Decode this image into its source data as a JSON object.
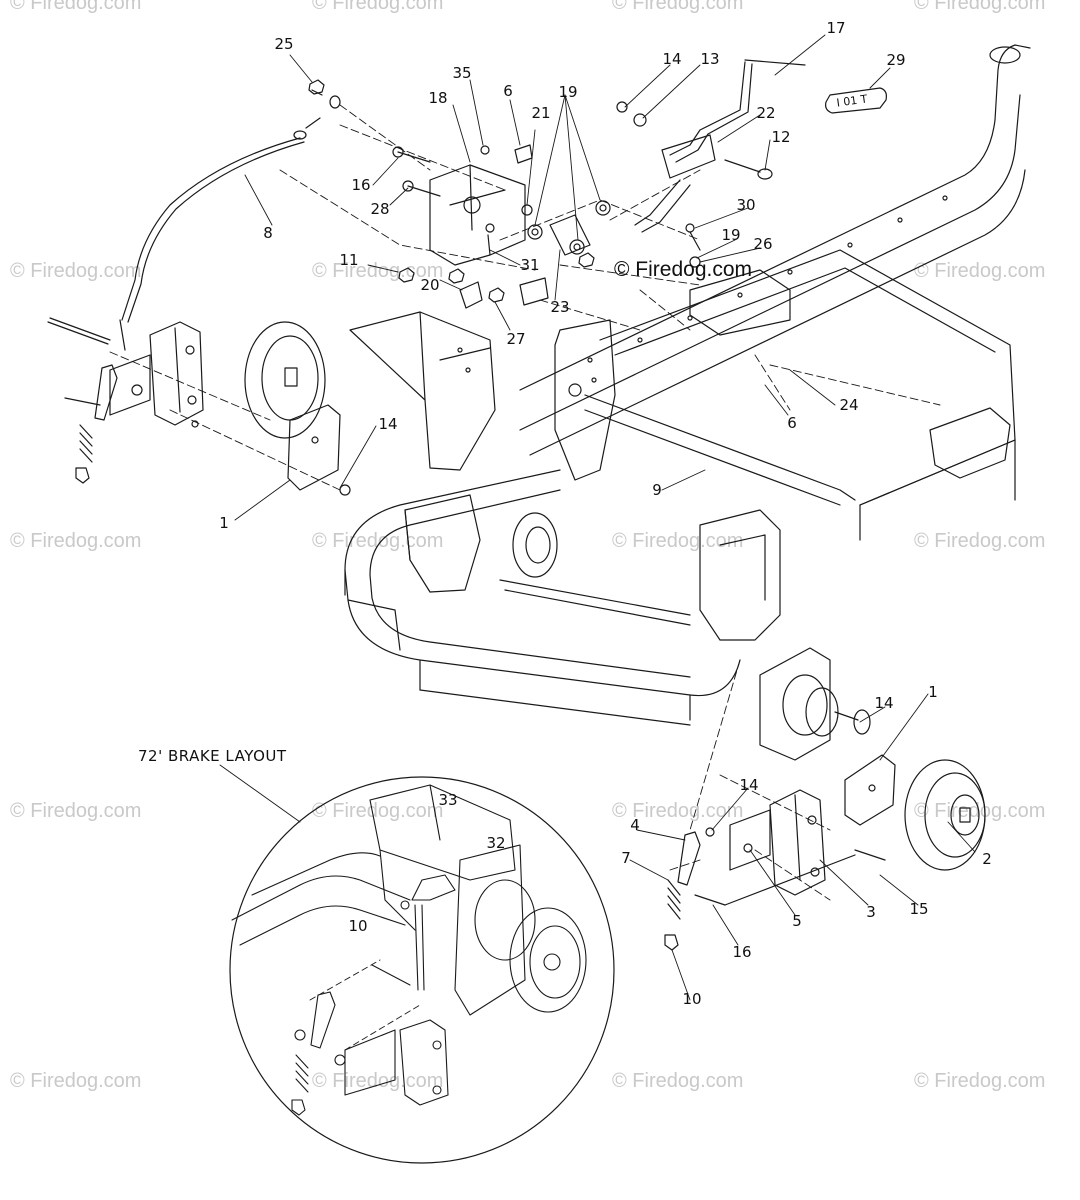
{
  "watermark_text": "© Firedog.com",
  "copyright_text": "© Firedog.com",
  "layout_title": "72' BRAKE LAYOUT",
  "reference_tag_text": "Ⅰ 01 T",
  "callouts": {
    "c25": "25",
    "c35": "35",
    "c6a": "6",
    "c19a": "19",
    "c21": "21",
    "c18": "18",
    "c16a": "16",
    "c28": "28",
    "c8": "8",
    "c11": "11",
    "c20": "20",
    "c27": "27",
    "c31": "31",
    "c23": "23",
    "c14a": "14",
    "c13": "13",
    "c17": "17",
    "c29": "29",
    "c22": "22",
    "c12": "12",
    "c30": "30",
    "c19b": "19",
    "c26": "26",
    "c24": "24",
    "c6b": "6",
    "c9": "9",
    "c14b": "14",
    "c1a": "1",
    "c14c": "14",
    "c1b": "1",
    "c2": "2",
    "c14d": "14",
    "c4": "4",
    "c7": "7",
    "c16b": "16",
    "c5": "5",
    "c3": "3",
    "c15": "15",
    "c10a": "10",
    "c33": "33",
    "c32": "32",
    "c10b": "10"
  },
  "colors": {
    "line": "#1a1a1a",
    "watermark": "#c9c9c9",
    "background": "#ffffff"
  }
}
